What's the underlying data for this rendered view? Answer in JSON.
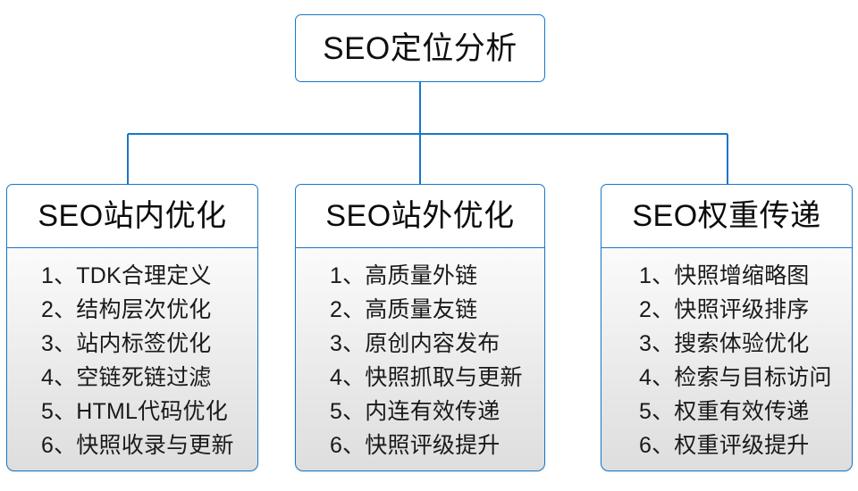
{
  "diagram": {
    "root": {
      "label": "SEO定位分析"
    },
    "colors": {
      "connector": "#1a76c8",
      "border": "#1a76c8",
      "header_background": "#ffffff",
      "body_background_top": "#fbfbfb",
      "body_background_bottom": "#dedede",
      "text": "#101010"
    },
    "branches": [
      {
        "header": "SEO站内优化",
        "items": [
          "1、TDK合理定义",
          "2、结构层次优化",
          "3、站内标签优化",
          "4、空链死链过滤",
          "5、HTML代码优化",
          "6、快照收录与更新"
        ]
      },
      {
        "header": "SEO站外优化",
        "items": [
          "1、高质量外链",
          "2、高质量友链",
          "3、原创内容发布",
          "4、快照抓取与更新",
          "5、内连有效传递",
          "6、快照评级提升"
        ]
      },
      {
        "header": "SEO权重传递",
        "items": [
          "1、快照增缩略图",
          "2、快照评级排序",
          "3、搜索体验优化",
          "4、检索与目标访问",
          "5、权重有效传递",
          "6、权重评级提升"
        ]
      }
    ]
  }
}
